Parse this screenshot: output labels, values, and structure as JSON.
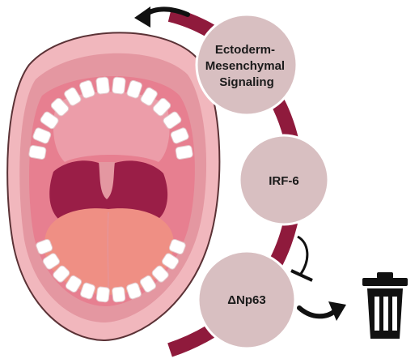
{
  "colors": {
    "arc": "#8f1a3c",
    "node_fill": "#d8bfc1",
    "node_stroke": "#ffffff",
    "lip": "#f1b7bd",
    "lip_shade": "#e497a1",
    "lip_outline": "#5b3236",
    "mouth_cavity": "#e77f90",
    "throat": "#9a1e47",
    "tongue": "#ef8f84",
    "teeth": "#ffffff",
    "trash": "#111111",
    "arrow": "#111111"
  },
  "icons": {
    "trash": "trash-can-icon",
    "arrow_top": "curved-arrow-left-icon",
    "arrow_bottom": "curved-arrow-right-icon",
    "inhibit": "inhibition-bar-icon"
  },
  "nodes": {
    "ectoderm": {
      "lines": [
        "Ectoderm-",
        "Mesenchymal",
        "Signaling"
      ]
    },
    "irf6": {
      "label": "IRF-6"
    },
    "dnp63": {
      "label": "ΔNp63"
    }
  }
}
